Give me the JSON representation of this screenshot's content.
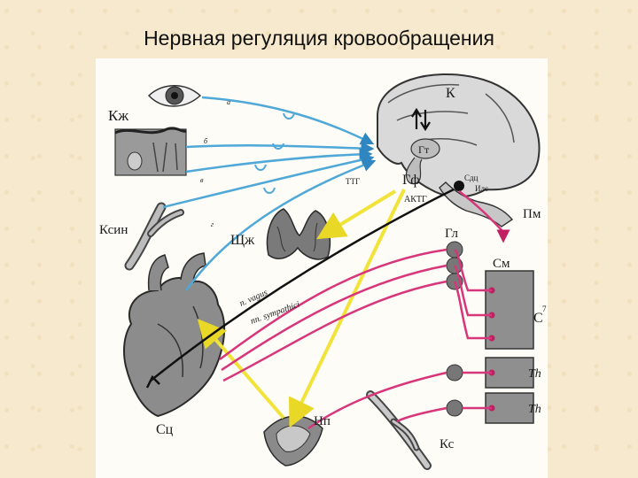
{
  "slide": {
    "title": "Нервная регуляция кровообращения"
  },
  "diagram": {
    "labels": {
      "skin_receptors": "Кж",
      "cortex": "К",
      "hypothalamus": "Гт",
      "pituitary": "Гф",
      "medulla_line1": "Сдц",
      "medulla_line2": "Илс",
      "medulla_oblongata": "Пм",
      "carotid_sinus": "Ксин",
      "thyroid": "Щж",
      "ttg": "ТТГ",
      "actg": "АКТГ",
      "ganglion": "Гл",
      "spinal_cord": "См",
      "cervical": "С",
      "cervical_sup": "7",
      "thoracic1": "Th",
      "thoracic2": "Th",
      "heart": "Сц",
      "adrenal": "Нп",
      "vessels": "Кс",
      "vagus": "n. vagus",
      "sympathetic": "nn. sympathici",
      "path_a1": "а",
      "path_b": "б",
      "path_a2": "в",
      "path_g": "г"
    },
    "colors": {
      "afferent": "#4fa8d8",
      "sympathetic": "#d8367a",
      "hormonal": "#f2e33a",
      "vagus": "#111111",
      "organ_fill": "#6b6b6b"
    }
  }
}
